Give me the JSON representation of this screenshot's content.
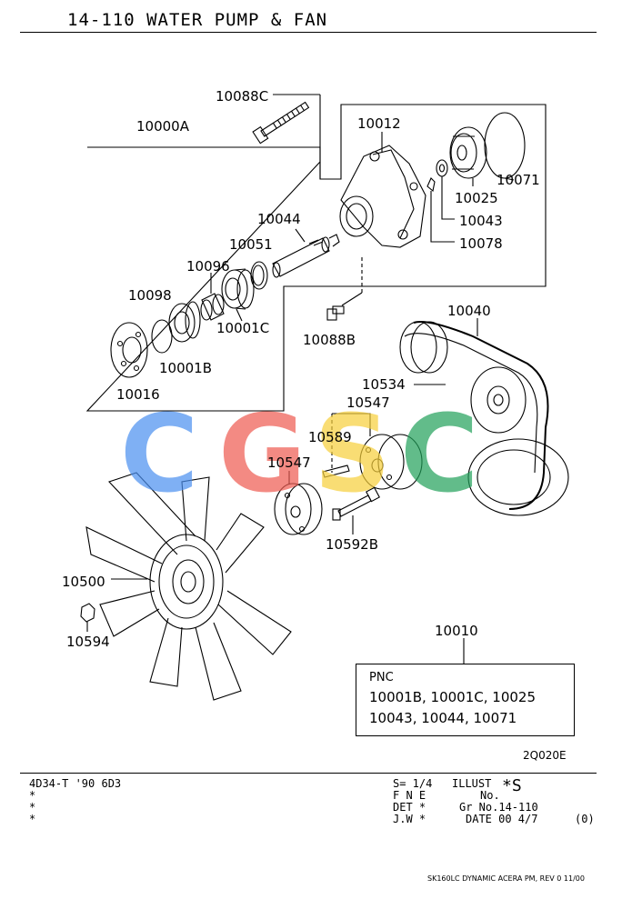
{
  "header": {
    "title": "14-110 WATER PUMP & FAN"
  },
  "labels": {
    "l10088C": "10088C",
    "l10000A": "10000A",
    "l10012": "10012",
    "l10071": "10071",
    "l10025": "10025",
    "l10043": "10043",
    "l10044": "10044",
    "l10051": "10051",
    "l10078": "10078",
    "l10096": "10096",
    "l10098": "10098",
    "l10001C": "10001C",
    "l10001B": "10001B",
    "l10016": "10016",
    "l10088B": "10088B",
    "l10040": "10040",
    "l10534": "10534",
    "l10547a": "10547",
    "l10589": "10589",
    "l10547b": "10547",
    "l10592B": "10592B",
    "l10500": "10500",
    "l10594": "10594",
    "l10010": "10010"
  },
  "pnc_box": {
    "heading": "PNC",
    "line1": "10001B, 10001C, 10025",
    "line2": "10043, 10044, 10071"
  },
  "illustration_code": "2Q020E",
  "footer": {
    "left_line1": "4D34-T '90 6D3",
    "left_stars": "*\n*\n*",
    "scale": "S= 1/4",
    "illust": "ILLUST",
    "illust_no": "No.",
    "illust_mark": "*S",
    "fne": "F N E",
    "det": "DET *",
    "jw": "J.W *",
    "grno": "Gr No.14-110",
    "date": "DATE 00 4/7",
    "rev": "(0)",
    "bottom_note": "SK160LC DYNAMIC ACERA PM, REV 0 11/00"
  },
  "watermark": {
    "text": "CGSC",
    "colors": [
      "#4a8ff0",
      "#ee5a50",
      "#f7cf3a",
      "#21a15a"
    ]
  }
}
